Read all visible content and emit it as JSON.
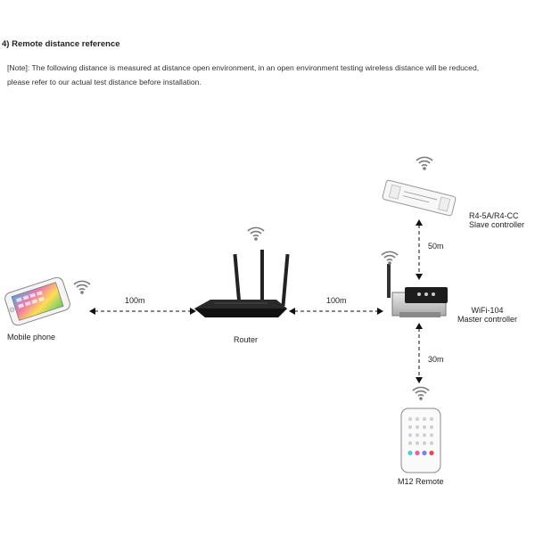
{
  "section": {
    "heading": "4)  Remote distance reference",
    "note_line1": "[Note]: The following distance is measured at distance open environment, in an open environment testing wireless distance will be reduced,",
    "note_line2": "please refer to our actual test distance before installation."
  },
  "devices": {
    "phone": {
      "label": "Mobile phone"
    },
    "router": {
      "label": "Router"
    },
    "slave": {
      "label_line1": "R4-5A/R4-CC",
      "label_line2": "Slave controller"
    },
    "master": {
      "label_line1": "WiFi-104",
      "label_line2": "Master controller"
    },
    "remote": {
      "label": "M12 Remote"
    }
  },
  "distances": {
    "phone_router": "100m",
    "router_master": "100m",
    "slave_master": "50m",
    "master_remote": "30m"
  },
  "icons": [
    "wifi-signal-icon",
    "arrow-icon"
  ]
}
